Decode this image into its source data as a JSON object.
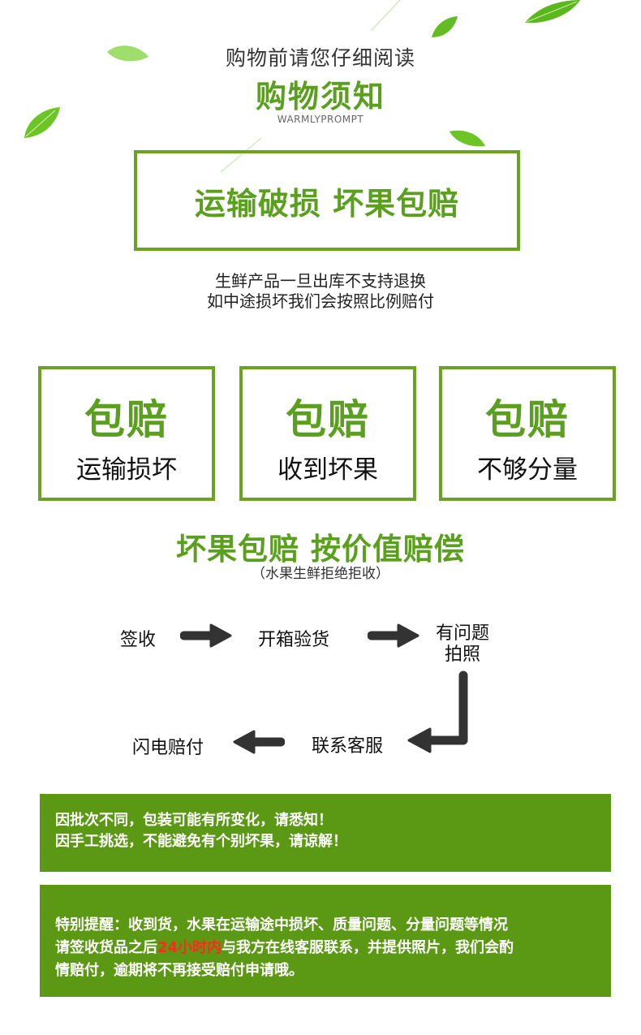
{
  "header": {
    "subtitle": "购物前请您仔细阅读",
    "title": "购物须知",
    "english": "WARMLYPROMPT"
  },
  "banner": {
    "text": "运输破损 坏果包赔"
  },
  "description": {
    "line1": "生鲜产品一旦出库不支持退换",
    "line2": "如中途损坏我们会按照比例赔付"
  },
  "cards": [
    {
      "big": "包赔",
      "small": "运输损坏"
    },
    {
      "big": "包赔",
      "small": "收到坏果"
    },
    {
      "big": "包赔",
      "small": "不够分量"
    }
  ],
  "section": {
    "title": "坏果包赔 按价值赔偿",
    "note": "（水果生鲜拒绝拒收）"
  },
  "flow": {
    "sign": "签收",
    "open": "开箱验货",
    "problem_line1": "有问题",
    "problem_line2": "拍照",
    "contact": "联系客服",
    "pay": "闪电赔付"
  },
  "notice1": {
    "line1": "因批次不同，包装可能有所变化，请悉知！",
    "line2": "因手工挑选，不能避免有个别坏果，请谅解！"
  },
  "notice2": {
    "line1": "特别提醒：收到货，水果在运输途中损坏、质量问题、分量问题等情况",
    "line2_pre": "请签收货品之后",
    "line2_red": "24小时内",
    "line2_post": "与我方在线客服联系，并提供照片，我们会酌",
    "line3": "情赔付，逾期将不再接受赔付申请哦。"
  },
  "colors": {
    "accent_green": "#5aa01e",
    "border_green": "#6aa31f",
    "panel_green": "#5b9813",
    "highlight_red": "#ff2a1a",
    "arrow_dark": "#333333"
  },
  "icons": [
    "leaf-icon",
    "arrow-right-icon",
    "arrow-left-icon",
    "arrow-bend-icon"
  ]
}
